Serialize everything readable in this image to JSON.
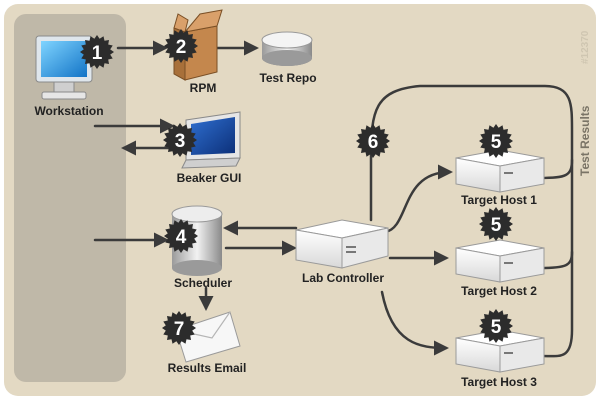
{
  "title": "",
  "nodes": {
    "workstation": {
      "label": "Workstation",
      "badge": "1"
    },
    "rpm": {
      "label": "RPM",
      "badge": "2"
    },
    "test_repo": {
      "label": "Test Repo"
    },
    "beaker_gui": {
      "label": "Beaker GUI",
      "badge": "3"
    },
    "scheduler": {
      "label": "Scheduler",
      "badge": "4"
    },
    "lab_controller": {
      "label": "Lab Controller",
      "badge": "6"
    },
    "target_host_1": {
      "label": "Target Host 1",
      "badge": "5"
    },
    "target_host_2": {
      "label": "Target Host 2",
      "badge": "5"
    },
    "target_host_3": {
      "label": "Target Host 3",
      "badge": "5"
    },
    "results_email": {
      "label": "Results Email",
      "badge": "7"
    }
  },
  "side_label": "Test Results",
  "diagram_id": "#12370",
  "colors": {
    "background": "#e3d9c3",
    "frame": "#ffffff",
    "panel": "#b9b2a3",
    "line": "#3b3b3b",
    "badge": "#2c2c2c"
  },
  "icons": {
    "workstation": "monitor-icon",
    "rpm": "cardboard-box-icon",
    "test_repo": "database-disk-icon",
    "beaker_gui": "screen-icon",
    "scheduler": "cylinder-icon",
    "lab_controller": "server-icon",
    "target_host": "server-icon",
    "results_email": "envelope-icon"
  }
}
